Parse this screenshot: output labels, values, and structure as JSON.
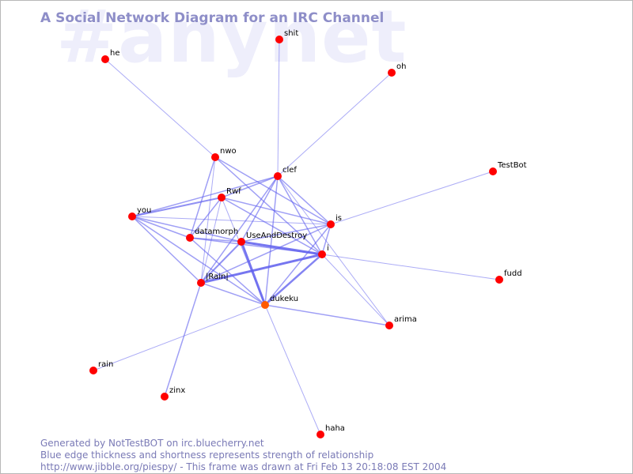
{
  "watermark": "#anynet",
  "title": "A Social Network Diagram for an IRC Channel",
  "footer": {
    "line1": "Generated by NotTestBOT on irc.bluecherry.net",
    "line2": "Blue edge thickness and shortness represents strength of relationship",
    "line3": "http://www.jibble.org/piespy/ - This frame was drawn at Fri Feb 13 20:18:08 EST 2004"
  },
  "colors": {
    "node": "#ff0000",
    "node_highlight": "#ff5a00",
    "edge": "#6060ee",
    "title": "#8e8ec8",
    "watermark": "#eeeefb"
  },
  "nodes": [
    {
      "id": "he",
      "label": "he"
    },
    {
      "id": "shit",
      "label": "shit"
    },
    {
      "id": "oh",
      "label": "oh"
    },
    {
      "id": "nwo",
      "label": "nwo"
    },
    {
      "id": "clef",
      "label": "clef"
    },
    {
      "id": "TestBot",
      "label": "TestBot"
    },
    {
      "id": "Rwf",
      "label": "Rwf"
    },
    {
      "id": "you",
      "label": "you"
    },
    {
      "id": "is",
      "label": "is"
    },
    {
      "id": "datamorph",
      "label": "datamorph"
    },
    {
      "id": "UseAndDestroy",
      "label": "UseAndDestroy"
    },
    {
      "id": "i",
      "label": "i"
    },
    {
      "id": "fudd",
      "label": "fudd"
    },
    {
      "id": "Rain",
      "label": "|Rain|"
    },
    {
      "id": "dukeku",
      "label": "dukeku",
      "highlight": true
    },
    {
      "id": "arima",
      "label": "arima"
    },
    {
      "id": "rain",
      "label": "rain"
    },
    {
      "id": "zinx",
      "label": "zinx"
    },
    {
      "id": "haha",
      "label": "haha"
    }
  ],
  "edges": [
    {
      "a": "he",
      "b": "nwo",
      "w": 1
    },
    {
      "a": "shit",
      "b": "clef",
      "w": 1
    },
    {
      "a": "oh",
      "b": "clef",
      "w": 1
    },
    {
      "a": "TestBot",
      "b": "is",
      "w": 1
    },
    {
      "a": "fudd",
      "b": "i",
      "w": 1
    },
    {
      "a": "rain",
      "b": "dukeku",
      "w": 1
    },
    {
      "a": "zinx",
      "b": "Rain",
      "w": 1.5
    },
    {
      "a": "haha",
      "b": "dukeku",
      "w": 1
    },
    {
      "a": "arima",
      "b": "dukeku",
      "w": 1.5
    },
    {
      "a": "arima",
      "b": "clef",
      "w": 1
    },
    {
      "a": "arima",
      "b": "i",
      "w": 1
    },
    {
      "a": "nwo",
      "b": "is",
      "w": 1.5
    },
    {
      "a": "nwo",
      "b": "datamorph",
      "w": 1.5
    },
    {
      "a": "nwo",
      "b": "i",
      "w": 1.5
    },
    {
      "a": "nwo",
      "b": "Rain",
      "w": 1
    },
    {
      "a": "clef",
      "b": "you",
      "w": 1.5
    },
    {
      "a": "clef",
      "b": "Rwf",
      "w": 1.5
    },
    {
      "a": "clef",
      "b": "is",
      "w": 1.5
    },
    {
      "a": "clef",
      "b": "dukeku",
      "w": 1.5
    },
    {
      "a": "clef",
      "b": "Rain",
      "w": 1.5
    },
    {
      "a": "clef",
      "b": "UseAndDestroy",
      "w": 1.5
    },
    {
      "a": "clef",
      "b": "i",
      "w": 1.5
    },
    {
      "a": "you",
      "b": "Rwf",
      "w": 2
    },
    {
      "a": "you",
      "b": "datamorph",
      "w": 1.5
    },
    {
      "a": "you",
      "b": "UseAndDestroy",
      "w": 1.5
    },
    {
      "a": "you",
      "b": "Rain",
      "w": 1.5
    },
    {
      "a": "you",
      "b": "dukeku",
      "w": 1.5
    },
    {
      "a": "you",
      "b": "is",
      "w": 1
    },
    {
      "a": "Rwf",
      "b": "is",
      "w": 1.5
    },
    {
      "a": "Rwf",
      "b": "datamorph",
      "w": 1.5
    },
    {
      "a": "Rwf",
      "b": "i",
      "w": 1.5
    },
    {
      "a": "Rwf",
      "b": "dukeku",
      "w": 1
    },
    {
      "a": "Rwf",
      "b": "Rain",
      "w": 1
    },
    {
      "a": "datamorph",
      "b": "UseAndDestroy",
      "w": 1.5
    },
    {
      "a": "datamorph",
      "b": "i",
      "w": 1.5
    },
    {
      "a": "datamorph",
      "b": "dukeku",
      "w": 1.5
    },
    {
      "a": "is",
      "b": "UseAndDestroy",
      "w": 1.5
    },
    {
      "a": "is",
      "b": "Rain",
      "w": 1.5
    },
    {
      "a": "is",
      "b": "dukeku",
      "w": 1.5
    },
    {
      "a": "is",
      "b": "i",
      "w": 1.5
    },
    {
      "a": "UseAndDestroy",
      "b": "i",
      "w": 3
    },
    {
      "a": "UseAndDestroy",
      "b": "dukeku",
      "w": 3
    },
    {
      "a": "UseAndDestroy",
      "b": "Rain",
      "w": 2
    },
    {
      "a": "Rain",
      "b": "i",
      "w": 3
    },
    {
      "a": "Rain",
      "b": "dukeku",
      "w": 1.5
    },
    {
      "a": "i",
      "b": "dukeku",
      "w": 2.5
    }
  ]
}
